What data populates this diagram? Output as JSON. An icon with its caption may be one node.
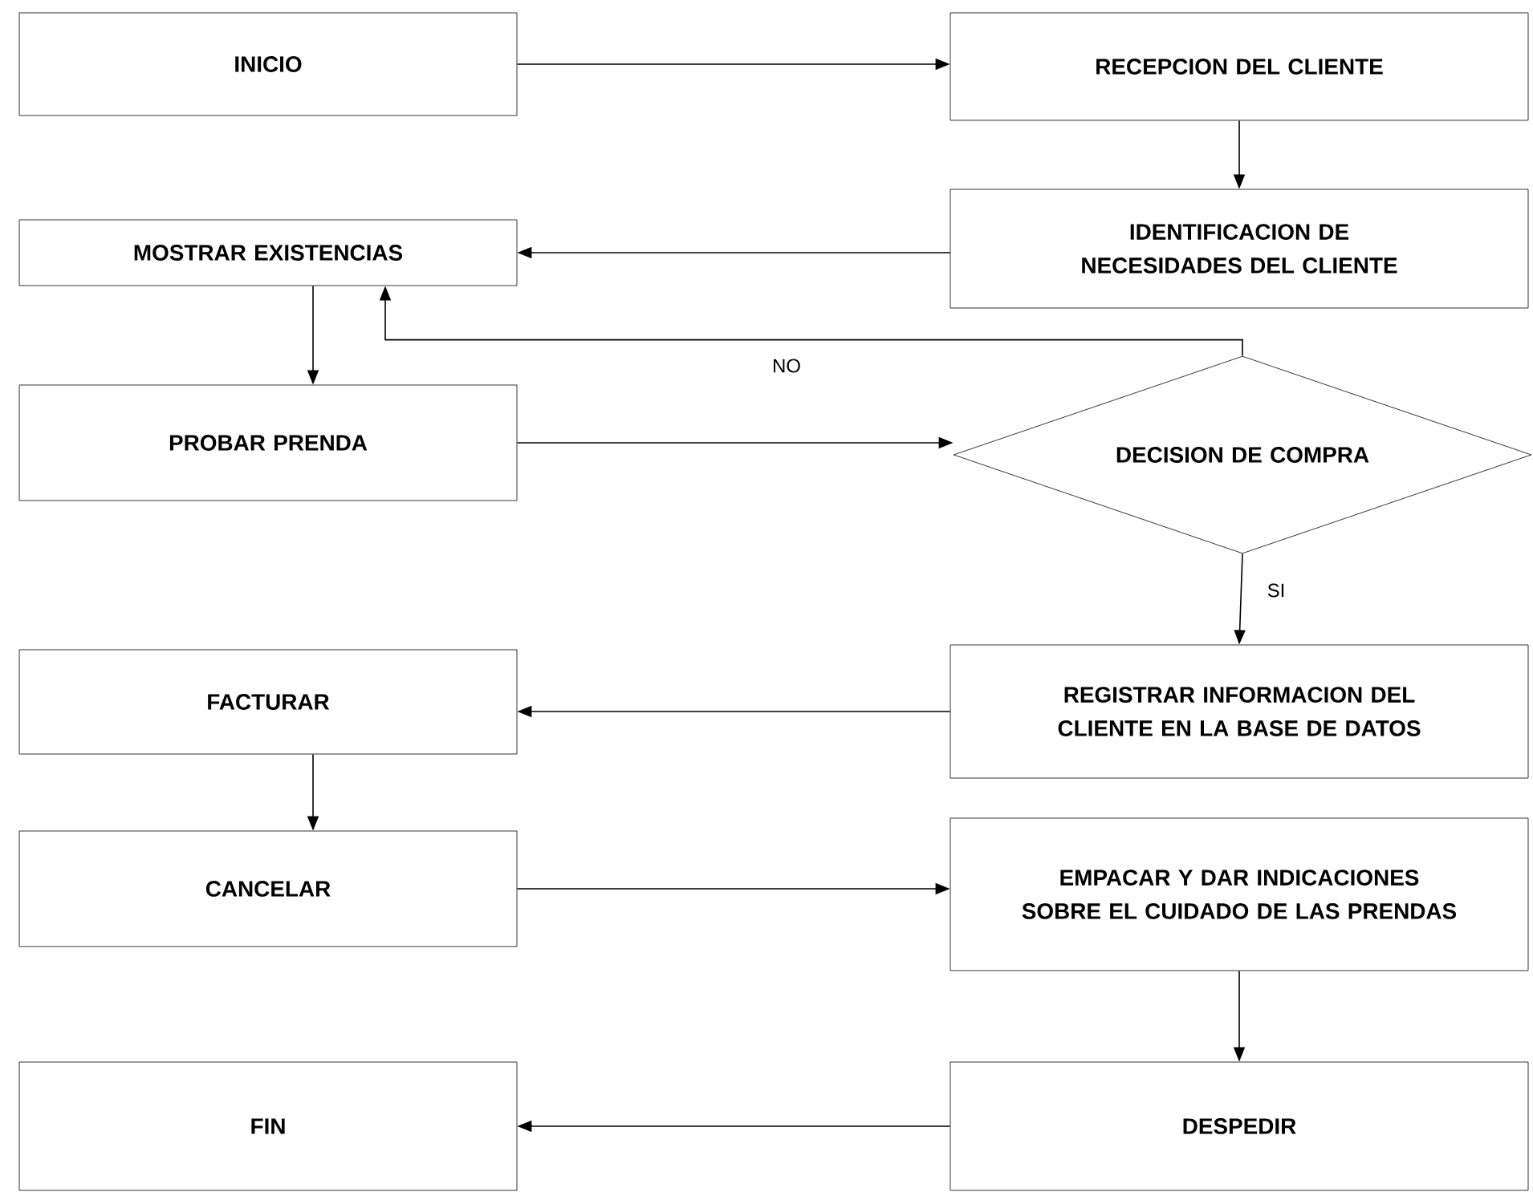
{
  "diagram": {
    "nodes": [
      {
        "text": [
          "INICIO"
        ]
      },
      {
        "text": [
          "RECEPCION DEL CLIENTE"
        ]
      },
      {
        "text": [
          "IDENTIFICACION DE NECESIDADES DEL CLIENTE"
        ]
      },
      {
        "text": [
          "MOSTRAR EXISTENCIAS"
        ]
      },
      {
        "text": [
          "PROBAR PRENDA"
        ]
      },
      {
        "text": [
          "DECISION DE COMPRA"
        ]
      },
      {
        "text": [
          "REGISTRAR INFORMACION DEL CLIENTE EN LA BASE DE DATOS"
        ]
      },
      {
        "text": [
          "FACTURAR"
        ]
      },
      {
        "text": [
          "CANCELAR"
        ]
      },
      {
        "text": [
          "EMPACAR Y DAR INDICACIONES SOBRE EL CUIDADO DE LAS PRENDAS"
        ]
      },
      {
        "text": [
          "DESPEDIR"
        ]
      },
      {
        "text": [
          "FIN"
        ]
      }
    ],
    "edges": [
      {
        "from": 0,
        "to": 1,
        "arrow": "to"
      },
      {
        "from": 1,
        "to": 2,
        "arrow": "to"
      },
      {
        "from": 2,
        "to": 3,
        "arrow": "to"
      },
      {
        "from": 3,
        "to": 4,
        "arrow": "to"
      },
      {
        "from": 4,
        "to": 5,
        "arrow": "to"
      },
      {
        "from": 5,
        "to": 3,
        "arrow": "to",
        "label": "NO"
      },
      {
        "from": 5,
        "to": 6,
        "arrow": "to",
        "label": "SI"
      },
      {
        "from": 6,
        "to": 7,
        "arrow": "to"
      },
      {
        "from": 7,
        "to": 8,
        "arrow": "to"
      },
      {
        "from": 8,
        "to": 9,
        "arrow": "to"
      },
      {
        "from": 9,
        "to": 10,
        "arrow": "to"
      },
      {
        "from": 10,
        "to": 11,
        "arrow": "to"
      }
    ]
  }
}
